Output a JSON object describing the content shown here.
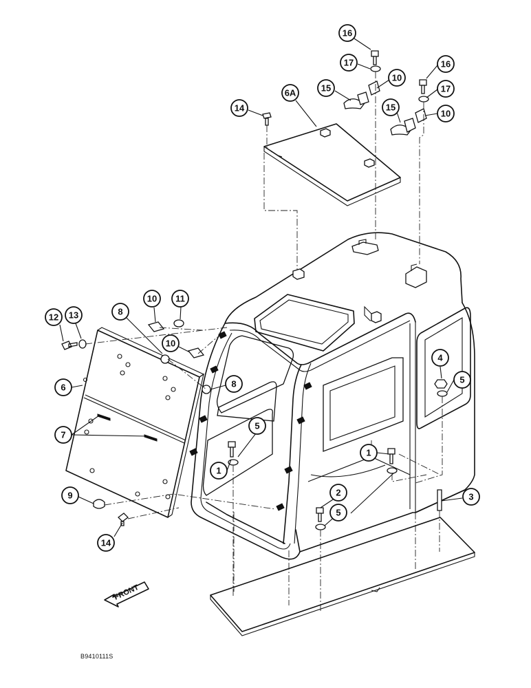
{
  "figure": {
    "drawing_code": "B9410111S",
    "front_label": "FRONT"
  },
  "callouts": [
    {
      "id": "c16a",
      "label": "16"
    },
    {
      "id": "c17a",
      "label": "17"
    },
    {
      "id": "c10a",
      "label": "10"
    },
    {
      "id": "c15a",
      "label": "15"
    },
    {
      "id": "c6a",
      "label": "6A"
    },
    {
      "id": "c14a",
      "label": "14"
    },
    {
      "id": "c16b",
      "label": "16"
    },
    {
      "id": "c17b",
      "label": "17"
    },
    {
      "id": "c15b",
      "label": "15"
    },
    {
      "id": "c10b",
      "label": "10"
    },
    {
      "id": "c8a",
      "label": "8"
    },
    {
      "id": "c10c",
      "label": "10"
    },
    {
      "id": "c11",
      "label": "11"
    },
    {
      "id": "c12",
      "label": "12"
    },
    {
      "id": "c13",
      "label": "13"
    },
    {
      "id": "c10d",
      "label": "10"
    },
    {
      "id": "c6",
      "label": "6"
    },
    {
      "id": "c8b",
      "label": "8"
    },
    {
      "id": "c4",
      "label": "4"
    },
    {
      "id": "c5a",
      "label": "5"
    },
    {
      "id": "c7",
      "label": "7"
    },
    {
      "id": "c5b",
      "label": "5"
    },
    {
      "id": "c1a",
      "label": "1"
    },
    {
      "id": "c1b",
      "label": "1"
    },
    {
      "id": "c9",
      "label": "9"
    },
    {
      "id": "c2",
      "label": "2"
    },
    {
      "id": "c5c",
      "label": "5"
    },
    {
      "id": "c3",
      "label": "3"
    },
    {
      "id": "c14b",
      "label": "14"
    }
  ]
}
